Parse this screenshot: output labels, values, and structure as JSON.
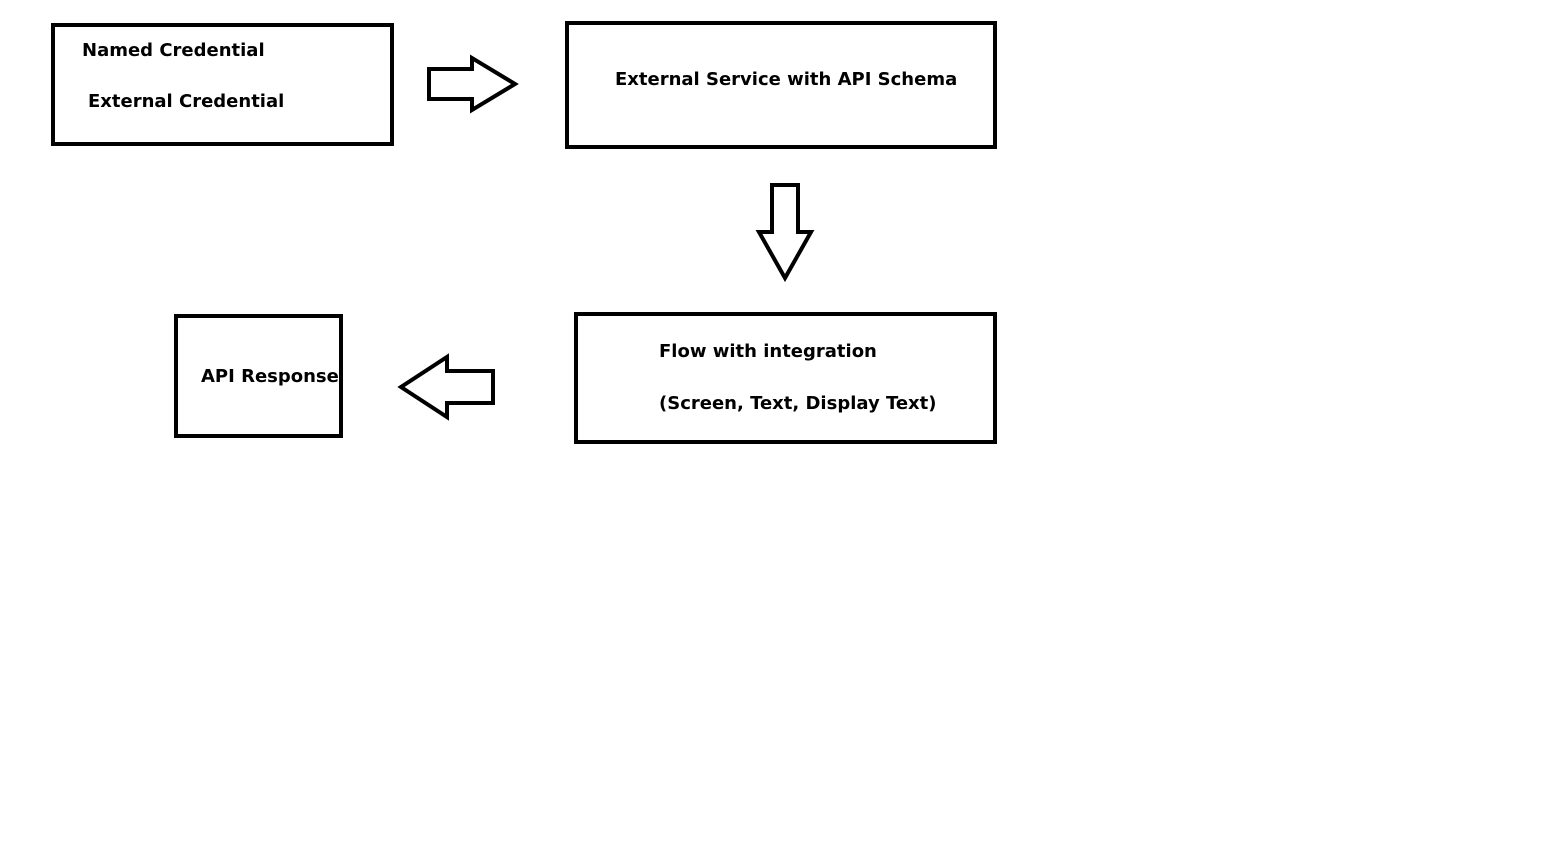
{
  "diagram": {
    "nodes": {
      "credentials": {
        "line1": "Named Credential",
        "line2": "External Credential"
      },
      "external_service": {
        "line1": "External Service with API Schema"
      },
      "flow": {
        "line1": "Flow with integration",
        "line2": "(Screen, Text, Display Text)"
      },
      "api_response": {
        "line1": "API Response"
      }
    },
    "edges": [
      {
        "from": "credentials",
        "to": "external_service",
        "direction": "right"
      },
      {
        "from": "external_service",
        "to": "flow",
        "direction": "down"
      },
      {
        "from": "flow",
        "to": "api_response",
        "direction": "left"
      }
    ]
  },
  "colors": {
    "stroke": "#000000",
    "background": "#ffffff"
  }
}
